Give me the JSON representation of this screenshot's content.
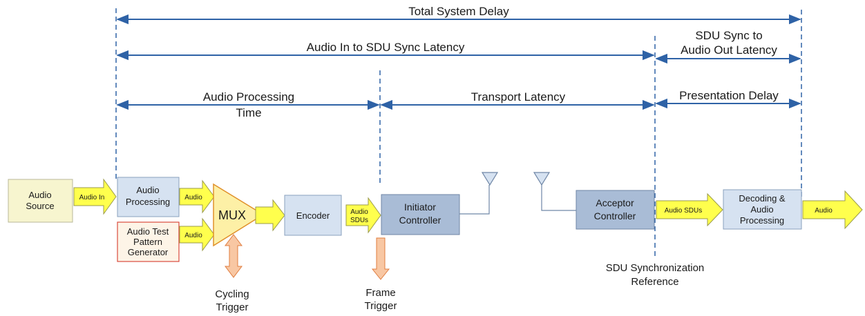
{
  "timeline": {
    "total_system_delay": "Total System Delay",
    "audio_in_to_sdu": "Audio In to SDU Sync Latency",
    "sdu_sync_to_audio_out_1": "SDU Sync to",
    "sdu_sync_to_audio_out_2": "Audio Out Latency",
    "audio_processing_time_1": "Audio Processing",
    "audio_processing_time_2": "Time",
    "transport_latency": "Transport Latency",
    "presentation_delay": "Presentation Delay"
  },
  "blocks": {
    "audio_source_1": "Audio",
    "audio_source_2": "Source",
    "audio_processing_1": "Audio",
    "audio_processing_2": "Processing",
    "test_gen_1": "Audio Test",
    "test_gen_2": "Pattern",
    "test_gen_3": "Generator",
    "mux": "MUX",
    "encoder": "Encoder",
    "initiator_1": "Initiator",
    "initiator_2": "Controller",
    "acceptor_1": "Acceptor",
    "acceptor_2": "Controller",
    "decoding_1": "Decoding &",
    "decoding_2": "Audio",
    "decoding_3": "Processing"
  },
  "arrows": {
    "audio_in": "Audio In",
    "audio_1": "Audio",
    "audio_2": "Audio",
    "audio_sdus_1": "Audio",
    "audio_sdus_2": "SDUs",
    "audio_sdus_wide": "Audio SDUs",
    "audio_out": "Audio"
  },
  "triggers": {
    "cycling_1": "Cycling",
    "cycling_2": "Trigger",
    "frame_1": "Frame",
    "frame_2": "Trigger"
  },
  "reference": {
    "line1": "SDU Synchronization",
    "line2": "Reference"
  },
  "colors": {
    "timeline_arrow": "#2e62a6",
    "yellow_arrow": "#ffff4d",
    "orange_arrow": "#f8c7a3",
    "light_blue_box": "#d6e2f1",
    "dark_blue_box": "#a9bcd6",
    "source_box": "#f7f5cf"
  }
}
